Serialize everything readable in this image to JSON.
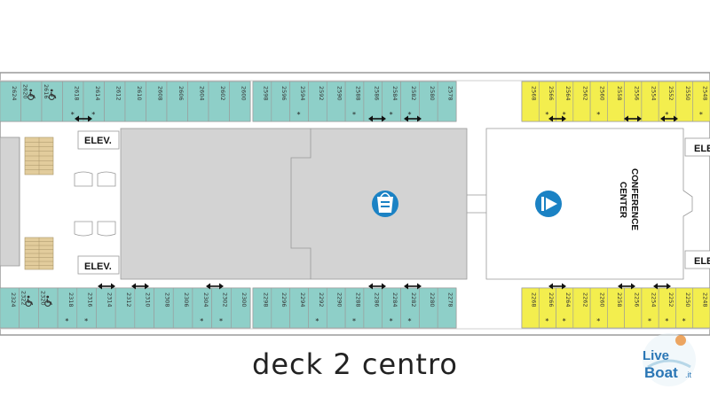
{
  "title": "deck 2 centro",
  "labels": {
    "elevator": "ELEV.",
    "conference_line1": "CONFERENCE",
    "conference_line2": "CENTER"
  },
  "colors": {
    "teal_cabins": "#8ecfc8",
    "yellow_cabins": "#f3ee4e",
    "public_area": "#d3d3d3",
    "stairs": "#e2cc9c",
    "icon_blue": "#1b82c4"
  },
  "cabins": {
    "top_teal_left": [
      {
        "n": "2624"
      },
      {
        "n": "2620",
        "icon": "wheelchair"
      },
      {
        "n": "2616",
        "icon": "wheelchair"
      },
      {
        "n": "2618",
        "mark": "*"
      },
      {
        "n": "2614",
        "mark": "*"
      },
      {
        "n": "2612"
      },
      {
        "n": "2610"
      },
      {
        "n": "2608"
      },
      {
        "n": "2606"
      },
      {
        "n": "2604"
      },
      {
        "n": "2602"
      },
      {
        "n": "2600"
      }
    ],
    "top_teal_mid": [
      {
        "n": "2598"
      },
      {
        "n": "2596"
      },
      {
        "n": "2594",
        "mark": "*"
      },
      {
        "n": "2592"
      },
      {
        "n": "2590"
      },
      {
        "n": "2588",
        "mark": "*"
      },
      {
        "n": "2586"
      },
      {
        "n": "2584",
        "mark": "*"
      },
      {
        "n": "2582",
        "mark": "*"
      },
      {
        "n": "2580"
      },
      {
        "n": "2578"
      }
    ],
    "top_yellow": [
      {
        "n": "2568"
      },
      {
        "n": "2566",
        "mark": "*"
      },
      {
        "n": "2564",
        "mark": "*"
      },
      {
        "n": "2562"
      },
      {
        "n": "2560",
        "mark": "*"
      },
      {
        "n": "2558"
      },
      {
        "n": "2556"
      },
      {
        "n": "2554"
      },
      {
        "n": "2552",
        "mark": "*"
      },
      {
        "n": "2550"
      },
      {
        "n": "2548",
        "mark": "*"
      }
    ],
    "bottom_teal_left": [
      {
        "n": "2324"
      },
      {
        "n": "2322",
        "icon": "wheelchair"
      },
      {
        "n": "2320",
        "icon": "wheelchair"
      },
      {
        "n": "2318",
        "mark": "*"
      },
      {
        "n": "2316",
        "mark": "*"
      },
      {
        "n": "2314"
      },
      {
        "n": "2312"
      },
      {
        "n": "2310"
      },
      {
        "n": "2308"
      },
      {
        "n": "2306"
      },
      {
        "n": "2304",
        "mark": "*"
      },
      {
        "n": "2302",
        "mark": "*"
      },
      {
        "n": "2300"
      }
    ],
    "bottom_teal_mid": [
      {
        "n": "2298"
      },
      {
        "n": "2296"
      },
      {
        "n": "2294"
      },
      {
        "n": "2292",
        "mark": "*"
      },
      {
        "n": "2290"
      },
      {
        "n": "2288",
        "mark": "*"
      },
      {
        "n": "2286"
      },
      {
        "n": "2284",
        "mark": "*"
      },
      {
        "n": "2282",
        "mark": "*"
      },
      {
        "n": "2280"
      },
      {
        "n": "2278"
      }
    ],
    "bottom_yellow": [
      {
        "n": "2268"
      },
      {
        "n": "2266",
        "mark": "*"
      },
      {
        "n": "2264",
        "mark": "*"
      },
      {
        "n": "2262"
      },
      {
        "n": "2260",
        "mark": "*"
      },
      {
        "n": "2258"
      },
      {
        "n": "2256"
      },
      {
        "n": "2254",
        "mark": "*"
      },
      {
        "n": "2252",
        "mark": "*"
      },
      {
        "n": "2250",
        "mark": "*"
      },
      {
        "n": "2248"
      }
    ]
  },
  "watermark": {
    "text_line1": "Live",
    "text_line2": "Boat",
    "suffix": ".it"
  }
}
